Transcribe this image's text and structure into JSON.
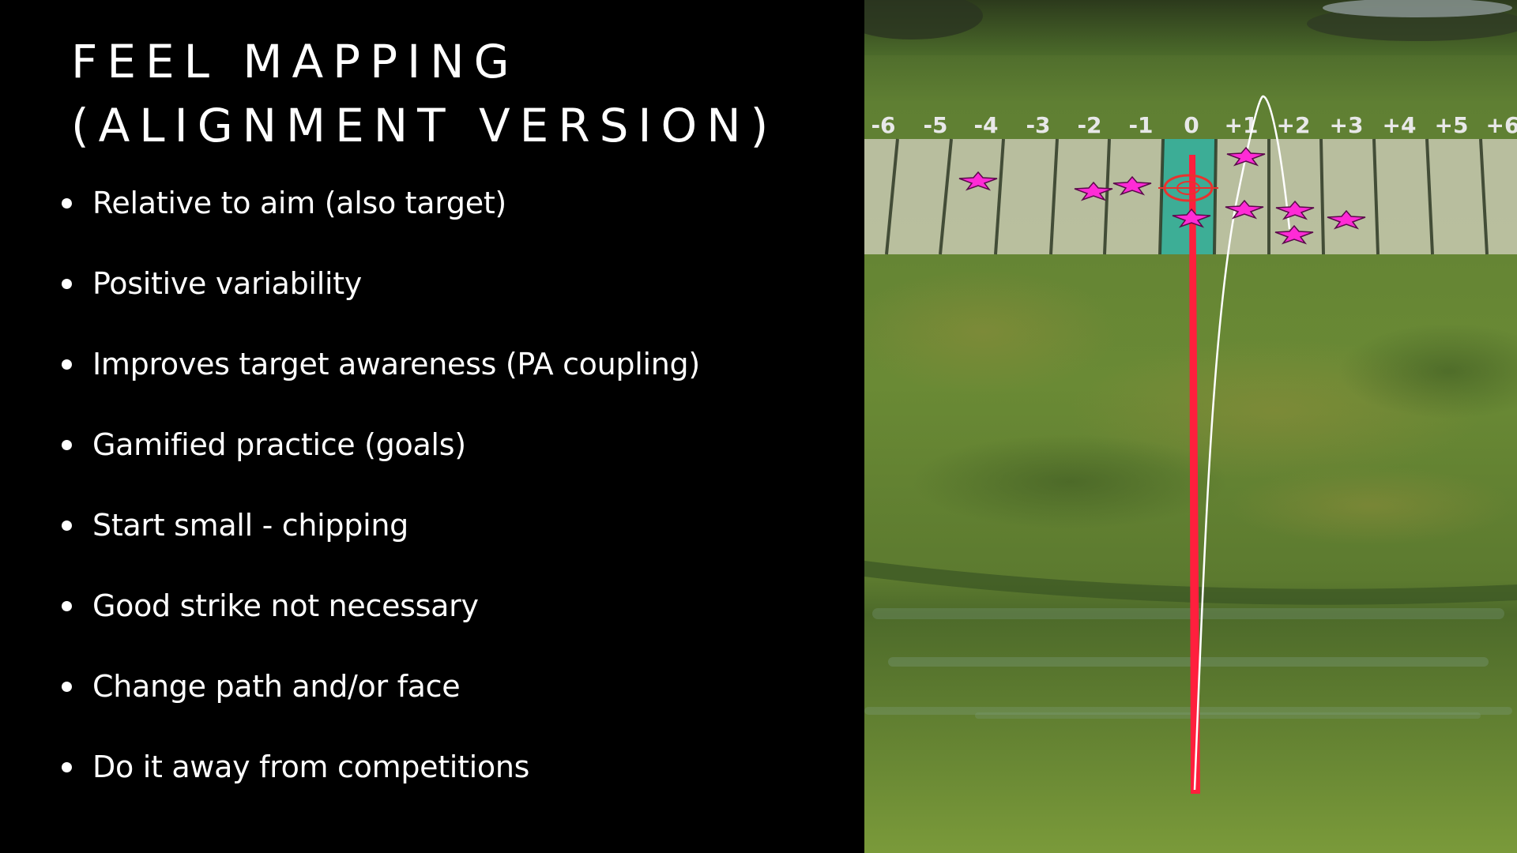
{
  "slide": {
    "title_line1": "FEEL MAPPING",
    "title_line2": "(ALIGNMENT VERSION)",
    "bullets": [
      "Relative to aim (also target)",
      "Positive variability",
      "Improves target awareness (PA coupling)",
      "Gamified practice (goals)",
      "Start small - chipping",
      "Good strike not necessary",
      "Change path and/or face",
      "Do it away from competitions"
    ]
  },
  "range_view": {
    "zone_labels": [
      "-6",
      "-5",
      "-4",
      "-3",
      "-2",
      "-1",
      "0",
      "+1",
      "+2",
      "+3",
      "+4",
      "+5",
      "+6"
    ],
    "colors": {
      "grass": "#5a7a30",
      "zone_panel": "#d9d6c8",
      "target_zone": "#36b5a8",
      "aim_line": "#ff1f3d",
      "shot_marker": "#ff2bd6",
      "flight_path": "#ffffff"
    }
  }
}
